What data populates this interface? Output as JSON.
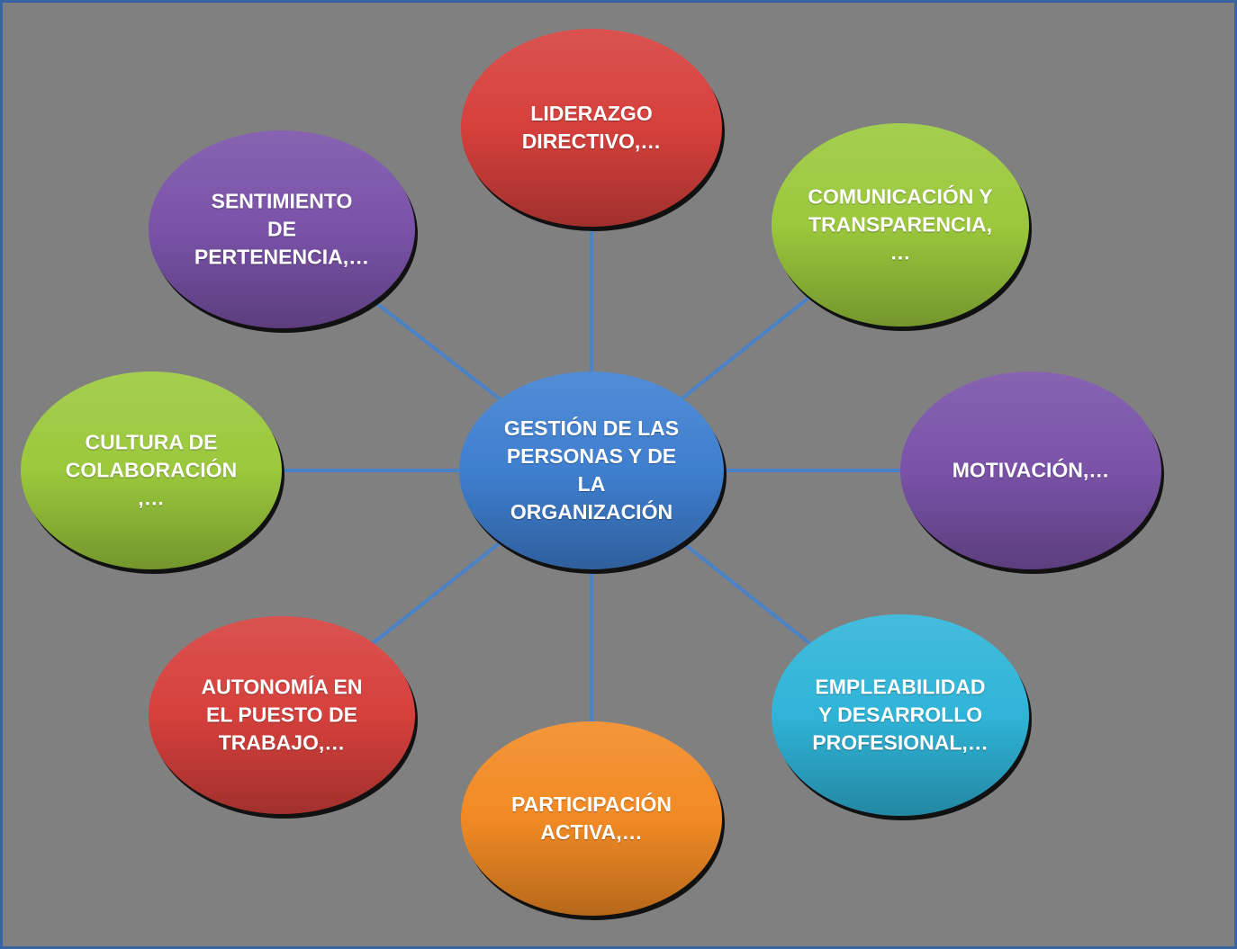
{
  "diagram": {
    "center": {
      "id": "gestion",
      "lines": [
        "GESTIÓN DE LAS",
        "PERSONAS Y DE",
        "LA",
        "ORGANIZACIÓN"
      ],
      "color": "#3f7fd0"
    },
    "nodes": [
      {
        "id": "liderazgo",
        "lines": [
          "LIDERAZGO",
          "DIRECTIVO,…"
        ],
        "color": "#d6403c"
      },
      {
        "id": "comunicacion",
        "lines": [
          "COMUNICACIÓN Y",
          "TRANSPARENCIA,",
          "…"
        ],
        "color": "#9bc83c"
      },
      {
        "id": "motivacion",
        "lines": [
          "MOTIVACIÓN,…"
        ],
        "color": "#7a52a8"
      },
      {
        "id": "empleabilidad",
        "lines": [
          "EMPLEABILIDAD",
          "Y DESARROLLO",
          "PROFESIONAL,…"
        ],
        "color": "#2fb4d8"
      },
      {
        "id": "participacion",
        "lines": [
          "PARTICIPACIÓN",
          "ACTIVA,…"
        ],
        "color": "#f28a24"
      },
      {
        "id": "autonomia",
        "lines": [
          "AUTONOMÍA EN",
          "EL PUESTO DE",
          "TRABAJO,…"
        ],
        "color": "#d6403c"
      },
      {
        "id": "cultura",
        "lines": [
          "CULTURA DE",
          "COLABORACIÓN",
          ",…"
        ],
        "color": "#9bc83c"
      },
      {
        "id": "sentimiento",
        "lines": [
          "SENTIMIENTO",
          "DE",
          "PERTENENCIA,…"
        ],
        "color": "#7a52a8"
      }
    ],
    "connector_color": "#4a82c8"
  }
}
